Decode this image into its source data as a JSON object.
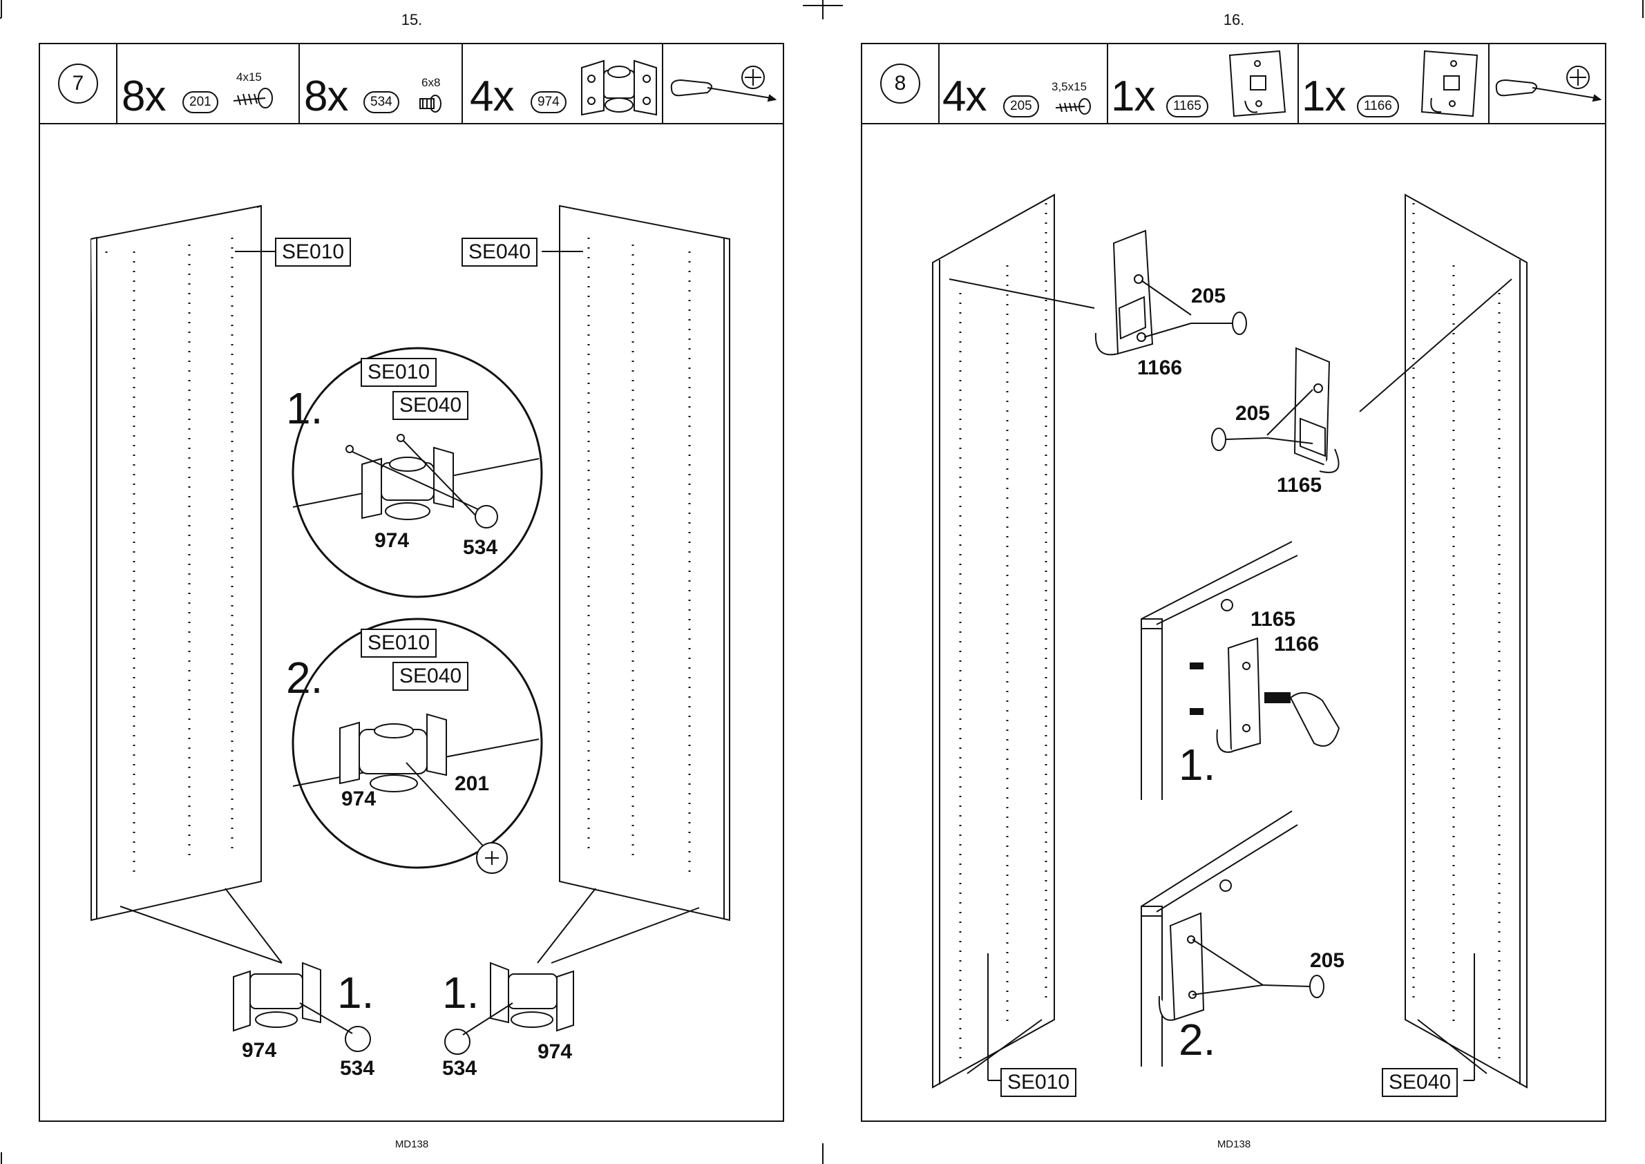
{
  "pages": [
    {
      "page_number": "15.",
      "footer": "MD138",
      "step": "7",
      "parts": [
        {
          "qty": "8x",
          "code": "201",
          "spec": "4x15"
        },
        {
          "qty": "8x",
          "code": "534",
          "spec": "6x8"
        },
        {
          "qty": "4x",
          "code": "974",
          "spec": ""
        }
      ],
      "panel_labels": {
        "left": "SE010",
        "right": "SE040"
      },
      "detail1": {
        "step": "1.",
        "labels": [
          "SE010",
          "SE040"
        ],
        "parts": [
          "974",
          "534"
        ]
      },
      "detail2": {
        "step": "2.",
        "labels": [
          "SE010",
          "SE040"
        ],
        "parts": [
          "974",
          "201"
        ]
      },
      "bottom_left": {
        "step": "1.",
        "parts": [
          "974",
          "534"
        ]
      },
      "bottom_right": {
        "step": "1.",
        "parts": [
          "534",
          "974"
        ]
      }
    },
    {
      "page_number": "16.",
      "footer": "MD138",
      "step": "8",
      "parts": [
        {
          "qty": "4x",
          "code": "205",
          "spec": "3,5x15"
        },
        {
          "qty": "1x",
          "code": "1165",
          "spec": ""
        },
        {
          "qty": "1x",
          "code": "1166",
          "spec": ""
        }
      ],
      "hook_left": {
        "screw": "205",
        "hook": "1166"
      },
      "hook_right": {
        "screw": "205",
        "hook": "1165"
      },
      "detail1": {
        "step": "1.",
        "labels": [
          "1165",
          "1166"
        ]
      },
      "detail2": {
        "step": "2.",
        "screw": "205"
      },
      "panel_labels": {
        "left": "SE010",
        "right": "SE040"
      }
    }
  ]
}
